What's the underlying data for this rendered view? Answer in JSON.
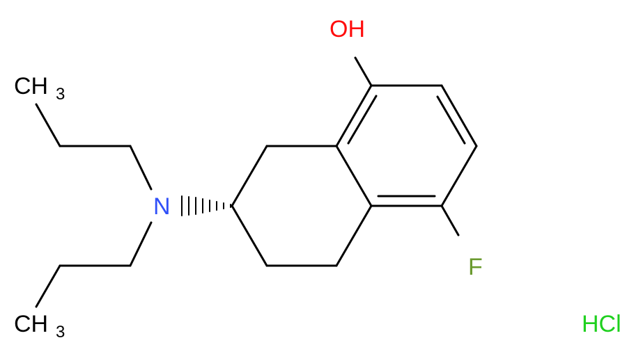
{
  "molecule": {
    "hydroxyl": {
      "text": "OH",
      "color": "#ff0d0d"
    },
    "nitrogen": {
      "text": "N",
      "color": "#3050f8"
    },
    "fluorine": {
      "text": "F",
      "color": "#6a9a2e"
    },
    "methyl_top": {
      "main": "CH",
      "sub": "3"
    },
    "methyl_bottom": {
      "main": "CH",
      "sub": "3"
    },
    "salt": {
      "text": "HCl",
      "color": "#1fd01f"
    }
  },
  "colors": {
    "bond": "#000000",
    "carbon_label": "#000000",
    "background": "#ffffff"
  }
}
